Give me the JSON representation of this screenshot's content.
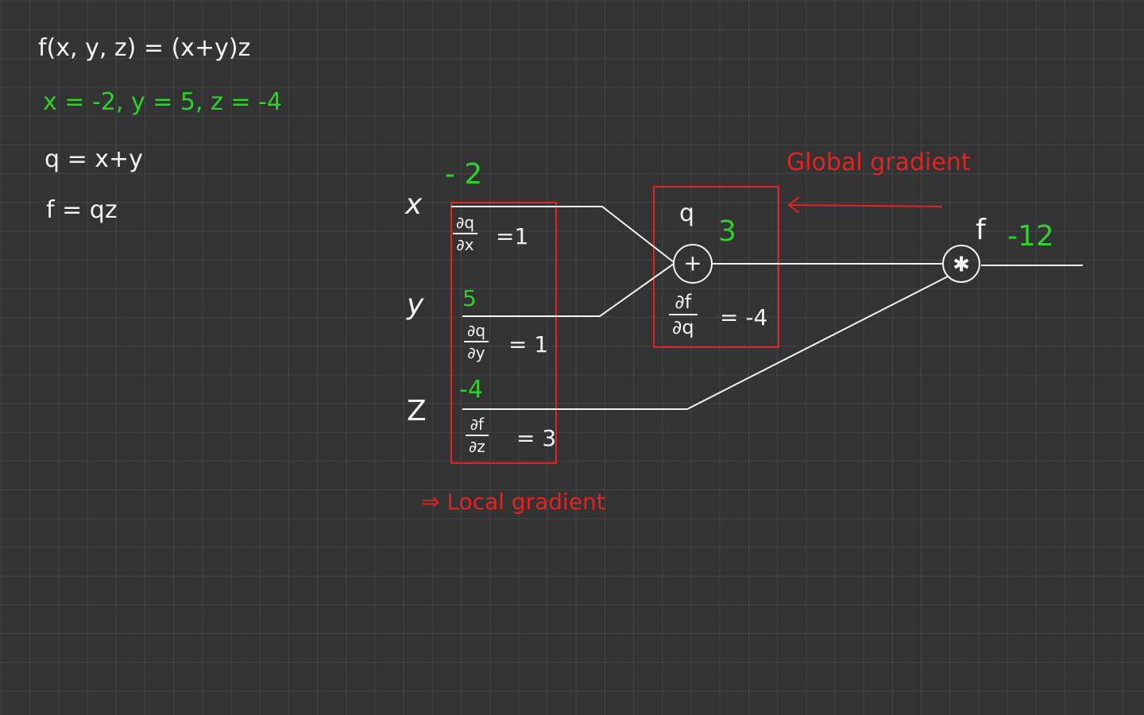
{
  "equations": {
    "function_def": "f(x, y, z) = (x+y)z",
    "input_values": "x = -2,  y = 5,  z = -4",
    "q_def": "q = x+y",
    "f_def": "f = qz"
  },
  "graph": {
    "inputs": {
      "x": {
        "label": "x",
        "value": "- 2"
      },
      "y": {
        "label": "y",
        "value": "5"
      },
      "z": {
        "label": "Z",
        "value": "-4"
      }
    },
    "local_gradients": {
      "dq_dx": {
        "num": "∂q",
        "den": "∂x",
        "value": "=1"
      },
      "dq_dy": {
        "num": "∂q",
        "den": "∂y",
        "value": "= 1"
      },
      "df_dz": {
        "num": "∂f",
        "den": "∂z",
        "value": "= 3"
      }
    },
    "add_node": {
      "symbol": "+",
      "output_label": "q",
      "output_value": "3",
      "gradient": {
        "num": "∂f",
        "den": "∂q",
        "value": "= -4"
      }
    },
    "mul_node": {
      "symbol": "✱",
      "output_label": "f",
      "output_value": "-12"
    }
  },
  "annotations": {
    "local_gradient": "⇒ Local gradient",
    "global_gradient": "Global gradient"
  },
  "colors": {
    "background": "#333333",
    "grid": "#454545",
    "ink": "#f2f2f2",
    "value_green": "#2fd02f",
    "annotation_red": "#e52222"
  }
}
